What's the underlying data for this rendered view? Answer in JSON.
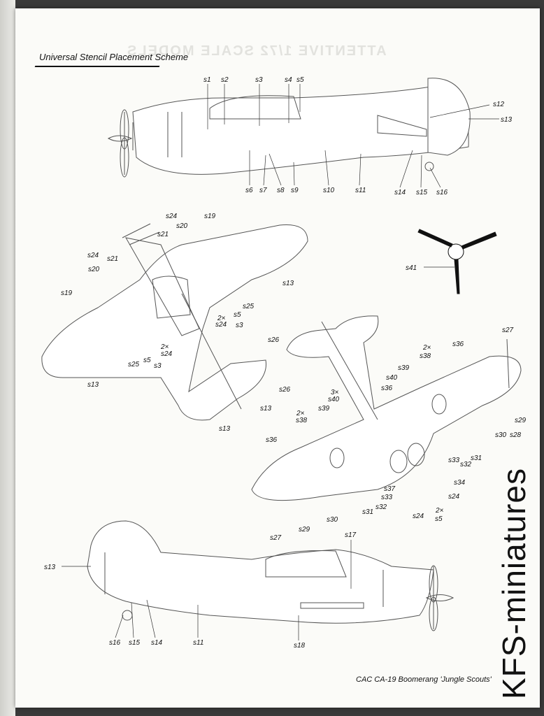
{
  "page": {
    "title": "Universal Stencil Placement Scheme",
    "footer": "CAC CA-19 Boomerang 'Jungle Scouts'",
    "watermark": "KFS-miniatures"
  },
  "labels": {
    "side_top": [
      "s1",
      "s2",
      "s3",
      "s4",
      "s5",
      "s12",
      "s13",
      "s6",
      "s7",
      "s8",
      "s9",
      "s10",
      "s11",
      "s14",
      "s15",
      "s16"
    ],
    "top_view": [
      "s24",
      "s19",
      "s20",
      "s21",
      "s24",
      "s21",
      "s20",
      "s19",
      "s13",
      "s25",
      "2×",
      "s24",
      "s5",
      "s3",
      "s25",
      "s5",
      "s3",
      "2×",
      "s24",
      "s13",
      "s26",
      "s13",
      "s13"
    ],
    "under_view": [
      "s27",
      "s26",
      "s36",
      "2×",
      "s38",
      "s39",
      "s40",
      "s36",
      "3×",
      "s40",
      "2×",
      "s38",
      "s39",
      "s36",
      "s27",
      "s29",
      "s30",
      "s31",
      "s32",
      "s33",
      "s37",
      "s24",
      "2×",
      "s5",
      "s34",
      "s24",
      "s33",
      "s32",
      "s31",
      "s30",
      "s28",
      "s29"
    ],
    "propeller": "s41",
    "side_bottom": [
      "s17",
      "s13",
      "s16",
      "s15",
      "s14",
      "s11",
      "s18"
    ]
  }
}
